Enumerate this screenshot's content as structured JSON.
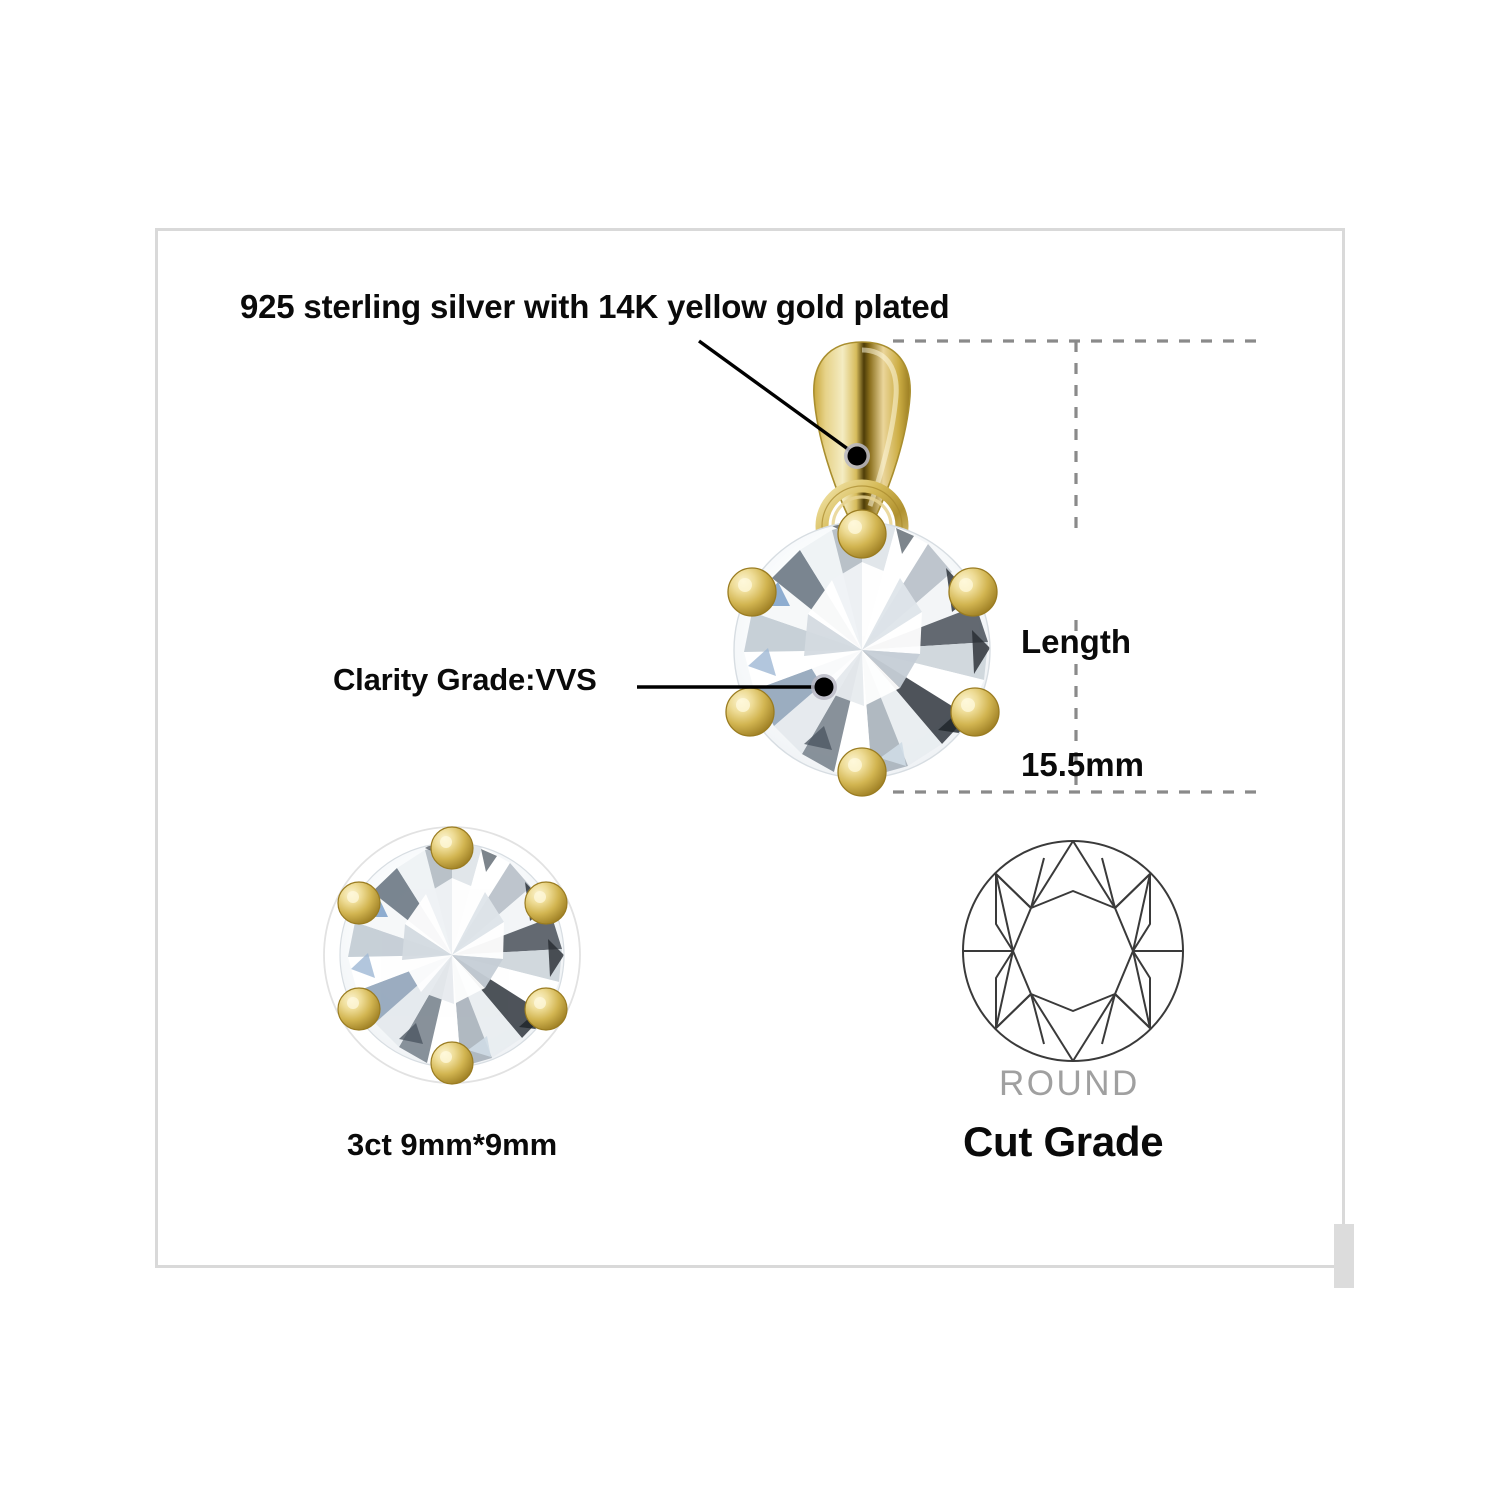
{
  "page": {
    "background_color": "#ffffff",
    "card_border_color": "#d9d9d9"
  },
  "callouts": {
    "material": {
      "text": "925 sterling silver with 14K yellow gold plated",
      "target": "pendant-bail"
    },
    "clarity": {
      "text": "Clarity Grade:VVS",
      "target": "center-stone"
    }
  },
  "dimension": {
    "length_title": "Length",
    "length_value": "15.5mm",
    "guide_color": "#8a8a8a",
    "guide_style": "dashed"
  },
  "specs": {
    "carat_size": "3ct 9mm*9mm",
    "shape": "ROUND",
    "shape_color": "#a0a0a0",
    "cut_grade": "Cut Grade"
  },
  "colors": {
    "gold_light": "#f0e3ad",
    "gold_mid": "#d9bf5e",
    "gold_dark": "#a8892c",
    "gold_shadow": "#6d5712",
    "stone_white": "#ffffff",
    "stone_gray": "#9aa3ab",
    "stone_dark": "#3d434a",
    "stone_blue": "#7f9ec4",
    "outline": "#3a3a3a",
    "leader_line": "#000000"
  }
}
